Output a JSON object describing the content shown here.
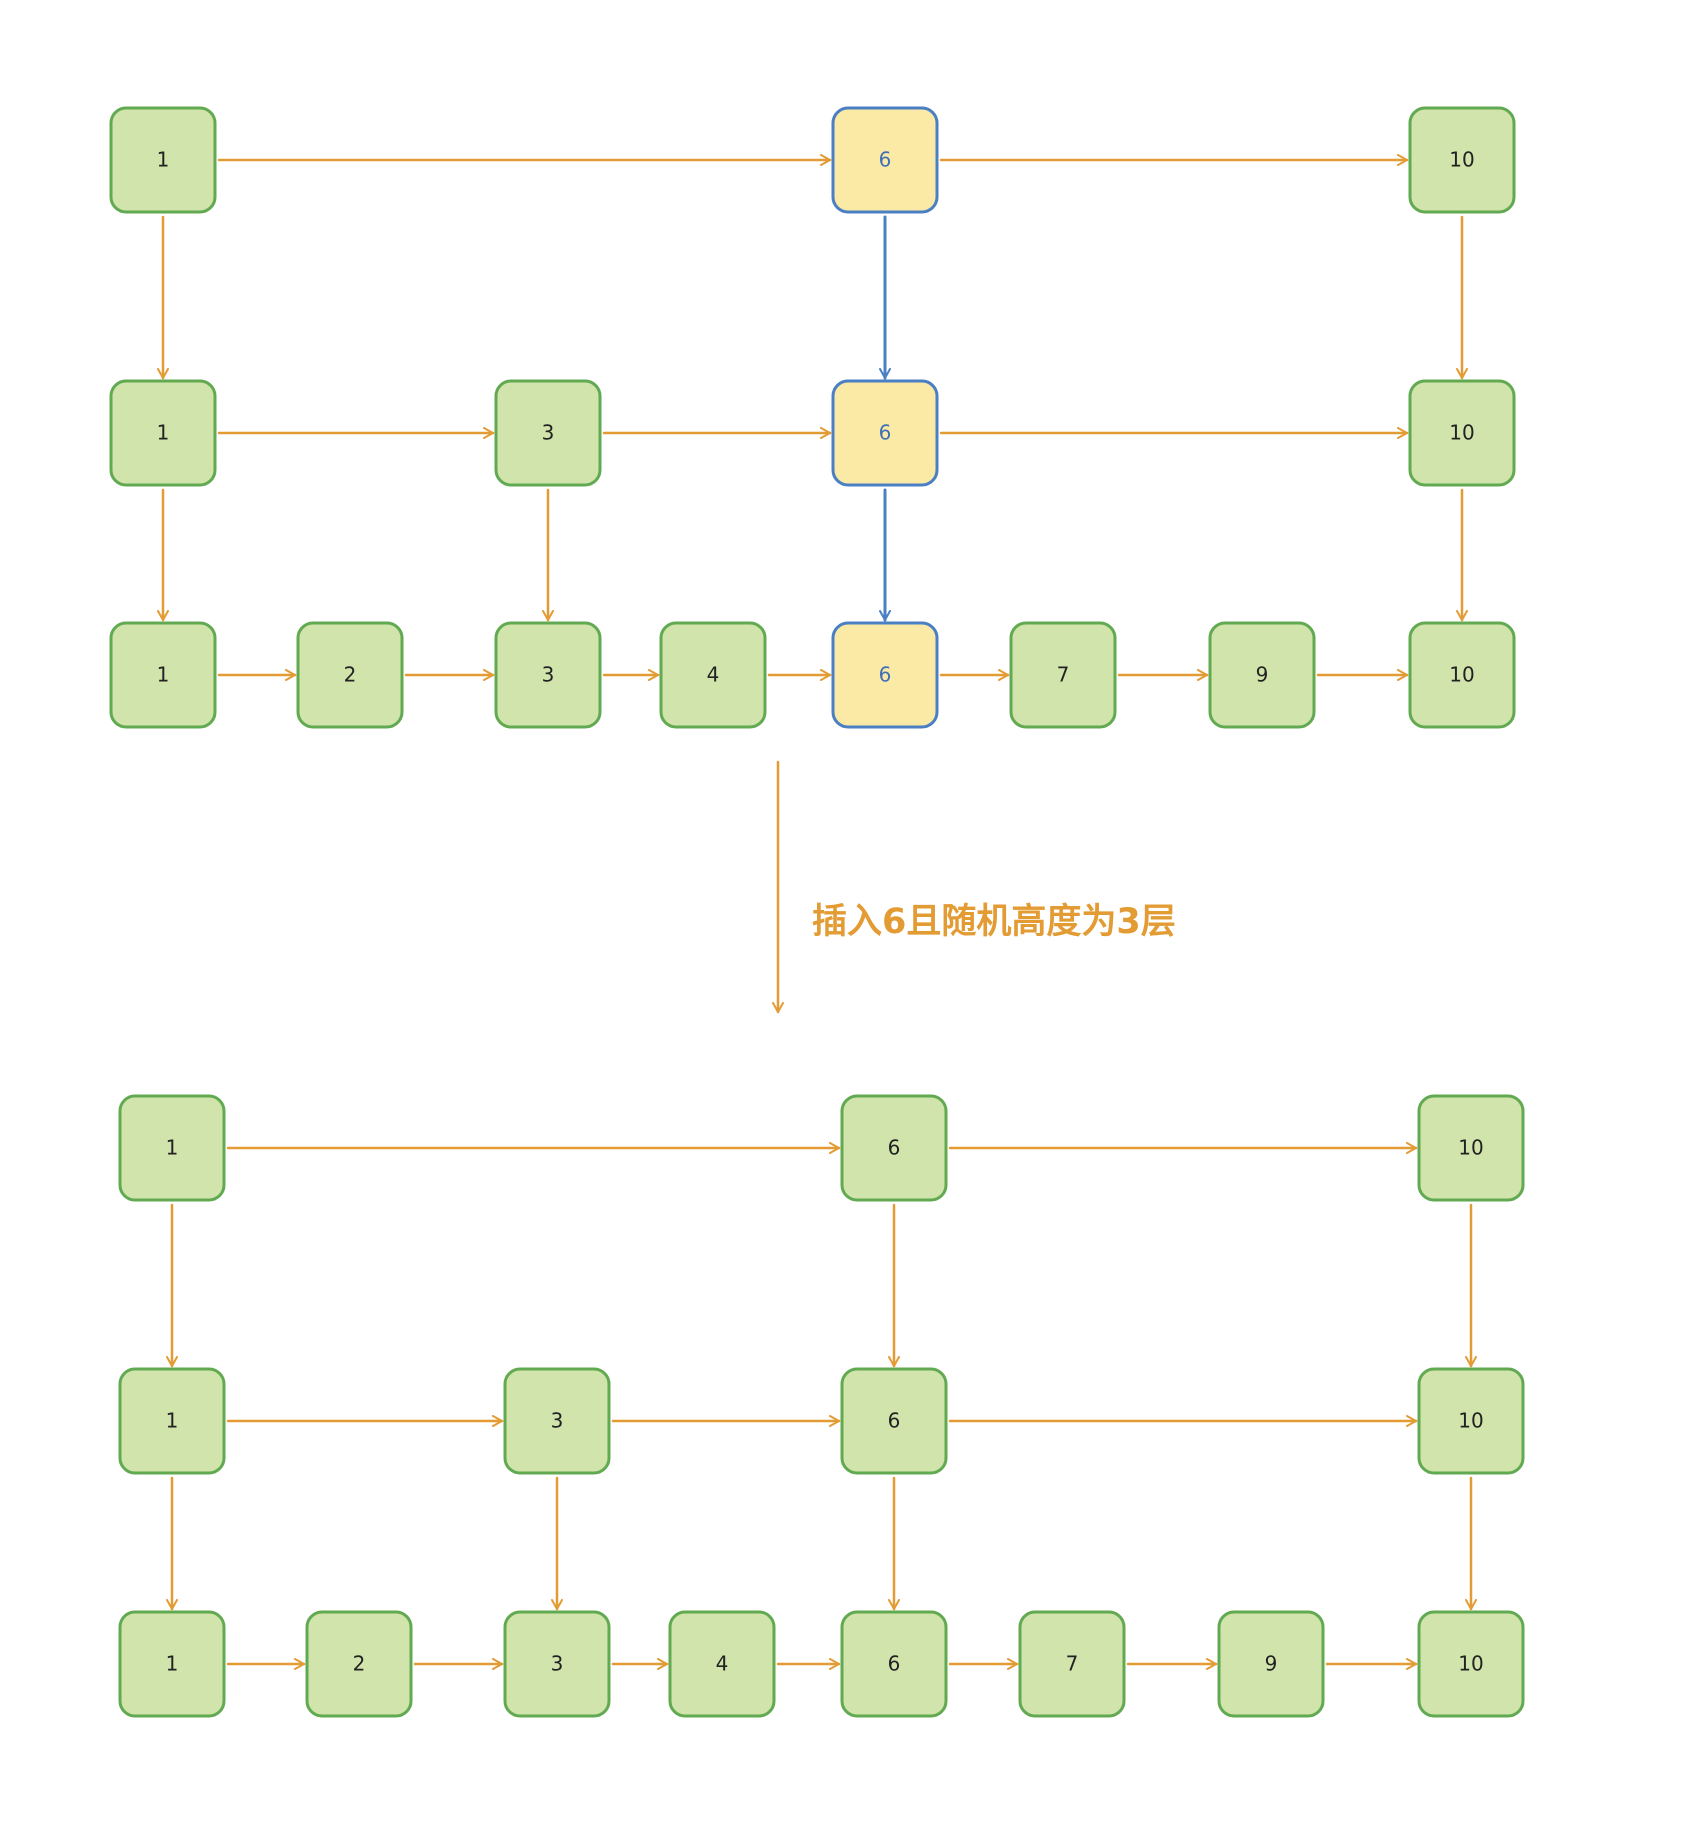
{
  "caption": "插入6且随机高度为3层",
  "colors": {
    "arrow": "#e39b34",
    "highlight_arrow": "#4a7fc4",
    "node_fill": "#d1e4ab",
    "node_stroke": "#62aa52",
    "highlight_fill": "#fbe9a6",
    "highlight_stroke": "#4a7fc4",
    "highlight_text": "#3f70b8",
    "text": "#222222",
    "caption": "#e39b34"
  },
  "before": {
    "levels": [
      {
        "nodes": [
          {
            "label": "1"
          },
          {
            "label": "6",
            "highlight": true
          },
          {
            "label": "10"
          }
        ]
      },
      {
        "nodes": [
          {
            "label": "1"
          },
          {
            "label": "3"
          },
          {
            "label": "6",
            "highlight": true
          },
          {
            "label": "10"
          }
        ]
      },
      {
        "nodes": [
          {
            "label": "1"
          },
          {
            "label": "2"
          },
          {
            "label": "3"
          },
          {
            "label": "4"
          },
          {
            "label": "6",
            "highlight": true
          },
          {
            "label": "7"
          },
          {
            "label": "9"
          },
          {
            "label": "10"
          }
        ]
      }
    ]
  },
  "after": {
    "levels": [
      {
        "nodes": [
          {
            "label": "1"
          },
          {
            "label": "6"
          },
          {
            "label": "10"
          }
        ]
      },
      {
        "nodes": [
          {
            "label": "1"
          },
          {
            "label": "3"
          },
          {
            "label": "6"
          },
          {
            "label": "10"
          }
        ]
      },
      {
        "nodes": [
          {
            "label": "1"
          },
          {
            "label": "2"
          },
          {
            "label": "3"
          },
          {
            "label": "4"
          },
          {
            "label": "6"
          },
          {
            "label": "7"
          },
          {
            "label": "9"
          },
          {
            "label": "10"
          }
        ]
      }
    ]
  }
}
